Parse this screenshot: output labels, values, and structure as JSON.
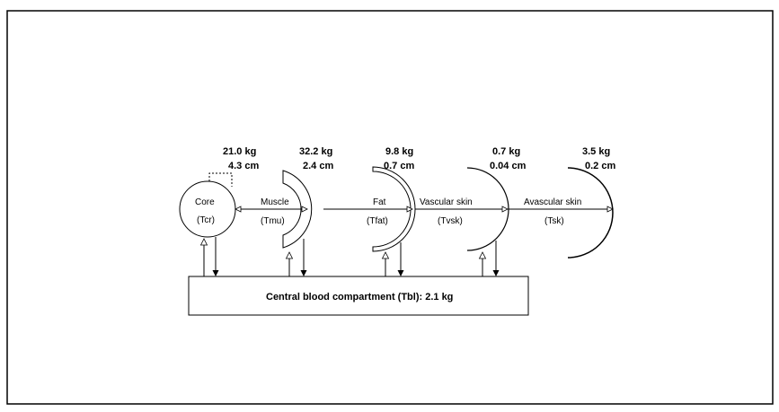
{
  "compartments": [
    {
      "mass": "21.0 kg",
      "size": "4.3 cm",
      "name": "Core",
      "symbol": "(Tcr)"
    },
    {
      "mass": "32.2 kg",
      "size": "2.4 cm",
      "name": "Muscle",
      "symbol": "(Tmu)"
    },
    {
      "mass": "9.8 kg",
      "size": "0.7 cm",
      "name": "Fat",
      "symbol": "(Tfat)"
    },
    {
      "mass": "0.7 kg",
      "size": "0.04 cm",
      "name": "Vascular skin",
      "symbol": "(Tvsk)"
    },
    {
      "mass": "3.5 kg",
      "size": "0.2 cm",
      "name": "Avascular skin",
      "symbol": "(Tsk)"
    }
  ],
  "blood_compartment": {
    "label": "Central blood compartment (Tbl): 2.1 kg"
  }
}
